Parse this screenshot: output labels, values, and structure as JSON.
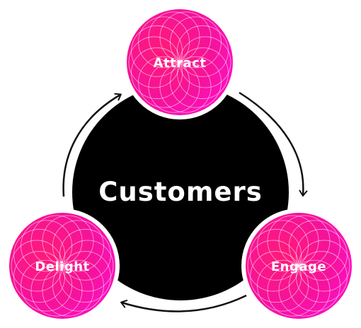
{
  "center": {
    "label": "Customers"
  },
  "nodes": [
    {
      "label": "Attract"
    },
    {
      "label": "Engage"
    },
    {
      "label": "Delight"
    }
  ],
  "colors": {
    "center_fill": "#000000",
    "node_gradient_start": "#f0166a",
    "node_gradient_end": "#ff0ec0",
    "node_ring": "#ffffff",
    "arrow": "#111111",
    "background": "#ffffff"
  }
}
